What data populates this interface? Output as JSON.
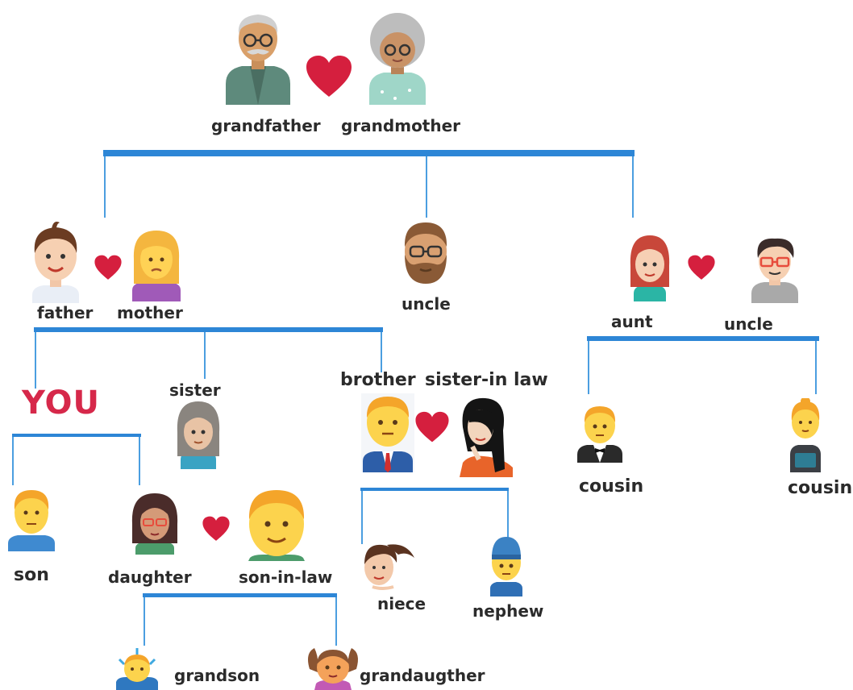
{
  "labels": {
    "grandfather": "grandfather",
    "grandmother": "grandmother",
    "father": "father",
    "mother": "mother",
    "uncle_center": "uncle",
    "aunt": "aunt",
    "uncle_right": "uncle",
    "you": "YOU",
    "sister": "sister",
    "brother": "brother",
    "sister_in_law": "sister-in law",
    "cousin_1": "cousin",
    "cousin_2": "cousin",
    "son": "son",
    "daughter": "daughter",
    "son_in_law": "son-in-law",
    "niece": "niece",
    "nephew": "nephew",
    "grandson": "grandson",
    "granddaughter": "grandaugther"
  },
  "colors": {
    "connector": "#2d86d6",
    "heart": "#d51f3e",
    "you": "#d6284a",
    "skin": "#fcd34d"
  },
  "icons": {
    "couple_symbol": "heart-icon"
  }
}
